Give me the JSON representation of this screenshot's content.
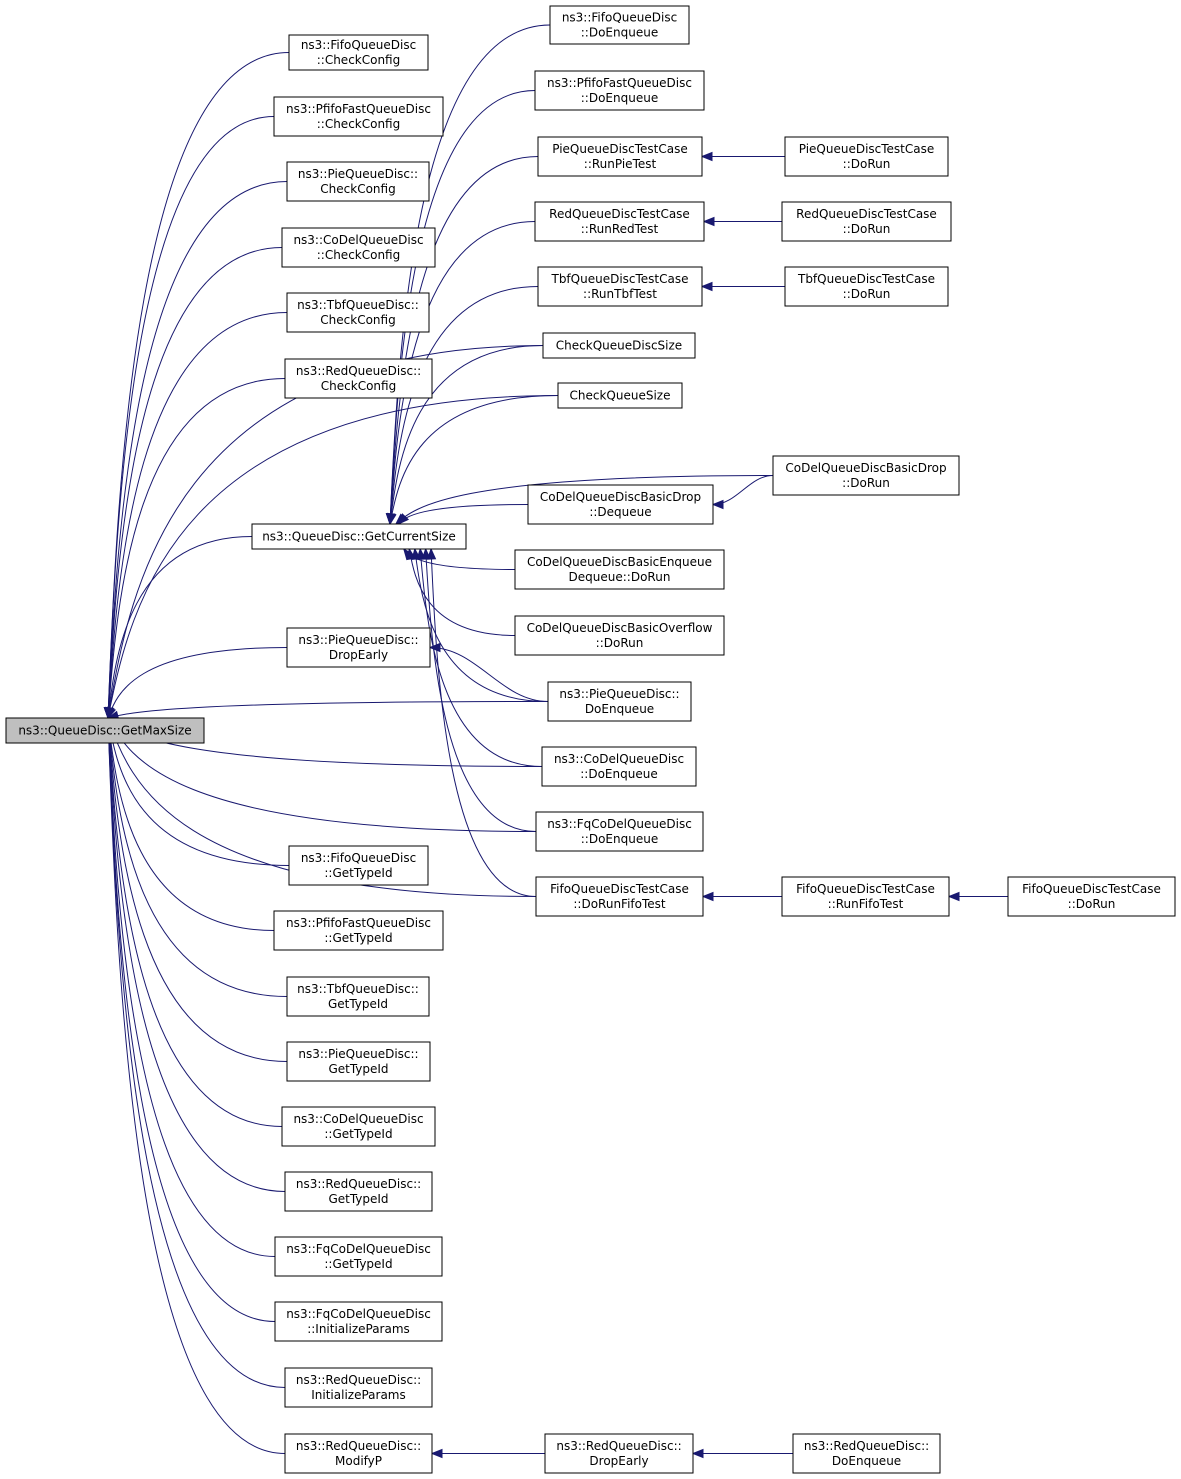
{
  "nodes": [
    {
      "id": "root",
      "lines": [
        "ns3::QueueDisc::GetMaxSize"
      ],
      "root": true
    },
    {
      "id": "gcs",
      "lines": [
        "ns3::QueueDisc::GetCurrentSize"
      ]
    },
    {
      "id": "fifo_cc",
      "lines": [
        "ns3::FifoQueueDisc",
        "::CheckConfig"
      ]
    },
    {
      "id": "pfifo_cc",
      "lines": [
        "ns3::PfifoFastQueueDisc",
        "::CheckConfig"
      ]
    },
    {
      "id": "pie_cc",
      "lines": [
        "ns3::PieQueueDisc::",
        "CheckConfig"
      ]
    },
    {
      "id": "codel_cc",
      "lines": [
        "ns3::CoDelQueueDisc",
        "::CheckConfig"
      ]
    },
    {
      "id": "tbf_cc",
      "lines": [
        "ns3::TbfQueueDisc::",
        "CheckConfig"
      ]
    },
    {
      "id": "red_cc",
      "lines": [
        "ns3::RedQueueDisc::",
        "CheckConfig"
      ]
    },
    {
      "id": "pie_de",
      "lines": [
        "ns3::PieQueueDisc::",
        "DropEarly"
      ]
    },
    {
      "id": "fifo_gt",
      "lines": [
        "ns3::FifoQueueDisc",
        "::GetTypeId"
      ]
    },
    {
      "id": "pfifo_gt",
      "lines": [
        "ns3::PfifoFastQueueDisc",
        "::GetTypeId"
      ]
    },
    {
      "id": "tbf_gt",
      "lines": [
        "ns3::TbfQueueDisc::",
        "GetTypeId"
      ]
    },
    {
      "id": "pie_gt",
      "lines": [
        "ns3::PieQueueDisc::",
        "GetTypeId"
      ]
    },
    {
      "id": "codel_gt",
      "lines": [
        "ns3::CoDelQueueDisc",
        "::GetTypeId"
      ]
    },
    {
      "id": "red_gt",
      "lines": [
        "ns3::RedQueueDisc::",
        "GetTypeId"
      ]
    },
    {
      "id": "fq_gt",
      "lines": [
        "ns3::FqCoDelQueueDisc",
        "::GetTypeId"
      ]
    },
    {
      "id": "fq_ip",
      "lines": [
        "ns3::FqCoDelQueueDisc",
        "::InitializeParams"
      ]
    },
    {
      "id": "red_ip",
      "lines": [
        "ns3::RedQueueDisc::",
        "InitializeParams"
      ]
    },
    {
      "id": "red_mp",
      "lines": [
        "ns3::RedQueueDisc::",
        "ModifyP"
      ]
    },
    {
      "id": "fifo_de",
      "lines": [
        "ns3::FifoQueueDisc",
        "::DoEnqueue"
      ]
    },
    {
      "id": "pfifo_de",
      "lines": [
        "ns3::PfifoFastQueueDisc",
        "::DoEnqueue"
      ]
    },
    {
      "id": "pie_tc_rt",
      "lines": [
        "PieQueueDiscTestCase",
        "::RunPieTest"
      ]
    },
    {
      "id": "red_tc_rt",
      "lines": [
        "RedQueueDiscTestCase",
        "::RunRedTest"
      ]
    },
    {
      "id": "tbf_tc_rt",
      "lines": [
        "TbfQueueDiscTestCase",
        "::RunTbfTest"
      ]
    },
    {
      "id": "cqds",
      "lines": [
        "CheckQueueDiscSize"
      ]
    },
    {
      "id": "cqs",
      "lines": [
        "CheckQueueSize"
      ]
    },
    {
      "id": "cbd_dq",
      "lines": [
        "CoDelQueueDiscBasicDrop",
        "::Dequeue"
      ]
    },
    {
      "id": "cbed",
      "lines": [
        "CoDelQueueDiscBasicEnqueue",
        "Dequeue::DoRun"
      ]
    },
    {
      "id": "cbo",
      "lines": [
        "CoDelQueueDiscBasicOverflow",
        "::DoRun"
      ]
    },
    {
      "id": "pie_denq",
      "lines": [
        "ns3::PieQueueDisc::",
        "DoEnqueue"
      ]
    },
    {
      "id": "codel_denq",
      "lines": [
        "ns3::CoDelQueueDisc",
        "::DoEnqueue"
      ]
    },
    {
      "id": "fq_denq",
      "lines": [
        "ns3::FqCoDelQueueDisc",
        "::DoEnqueue"
      ]
    },
    {
      "id": "fifo_tc_drft",
      "lines": [
        "FifoQueueDiscTestCase",
        "::DoRunFifoTest"
      ]
    },
    {
      "id": "red_de",
      "lines": [
        "ns3::RedQueueDisc::",
        "DropEarly"
      ]
    },
    {
      "id": "pie_tc_dr",
      "lines": [
        "PieQueueDiscTestCase",
        "::DoRun"
      ]
    },
    {
      "id": "red_tc_dr",
      "lines": [
        "RedQueueDiscTestCase",
        "::DoRun"
      ]
    },
    {
      "id": "tbf_tc_dr",
      "lines": [
        "TbfQueueDiscTestCase",
        "::DoRun"
      ]
    },
    {
      "id": "cbd_dr",
      "lines": [
        "CoDelQueueDiscBasicDrop",
        "::DoRun"
      ]
    },
    {
      "id": "fifo_tc_rft",
      "lines": [
        "FifoQueueDiscTestCase",
        "::RunFifoTest"
      ]
    },
    {
      "id": "red_denq",
      "lines": [
        "ns3::RedQueueDisc::",
        "DoEnqueue"
      ]
    },
    {
      "id": "fifo_tc_dr",
      "lines": [
        "FifoQueueDiscTestCase",
        "::DoRun"
      ]
    }
  ],
  "edges": [
    [
      "fifo_cc",
      "root"
    ],
    [
      "pfifo_cc",
      "root"
    ],
    [
      "pie_cc",
      "root"
    ],
    [
      "codel_cc",
      "root"
    ],
    [
      "tbf_cc",
      "root"
    ],
    [
      "red_cc",
      "root"
    ],
    [
      "gcs",
      "root"
    ],
    [
      "pie_de",
      "root"
    ],
    [
      "fifo_gt",
      "root"
    ],
    [
      "pfifo_gt",
      "root"
    ],
    [
      "tbf_gt",
      "root"
    ],
    [
      "pie_gt",
      "root"
    ],
    [
      "codel_gt",
      "root"
    ],
    [
      "red_gt",
      "root"
    ],
    [
      "fq_gt",
      "root"
    ],
    [
      "fq_ip",
      "root"
    ],
    [
      "red_ip",
      "root"
    ],
    [
      "red_mp",
      "root"
    ],
    [
      "cqds",
      "root"
    ],
    [
      "cqs",
      "root"
    ],
    [
      "pie_denq",
      "root"
    ],
    [
      "codel_denq",
      "root"
    ],
    [
      "fq_denq",
      "root"
    ],
    [
      "fifo_tc_drft",
      "root"
    ],
    [
      "fifo_de",
      "gcs"
    ],
    [
      "pfifo_de",
      "gcs"
    ],
    [
      "pie_tc_rt",
      "gcs"
    ],
    [
      "red_tc_rt",
      "gcs"
    ],
    [
      "tbf_tc_rt",
      "gcs"
    ],
    [
      "cqds",
      "gcs"
    ],
    [
      "cqs",
      "gcs"
    ],
    [
      "cbd_dr",
      "gcs"
    ],
    [
      "cbd_dq",
      "gcs"
    ],
    [
      "cbed",
      "gcs"
    ],
    [
      "cbo",
      "gcs"
    ],
    [
      "pie_denq",
      "gcs"
    ],
    [
      "codel_denq",
      "gcs"
    ],
    [
      "fq_denq",
      "gcs"
    ],
    [
      "fifo_tc_drft",
      "gcs"
    ],
    [
      "pie_denq",
      "pie_de"
    ],
    [
      "pie_tc_dr",
      "pie_tc_rt"
    ],
    [
      "red_tc_dr",
      "red_tc_rt"
    ],
    [
      "tbf_tc_dr",
      "tbf_tc_rt"
    ],
    [
      "cbd_dr",
      "cbd_dq"
    ],
    [
      "fifo_tc_rft",
      "fifo_tc_drft"
    ],
    [
      "fifo_tc_dr",
      "fifo_tc_rft"
    ],
    [
      "red_de",
      "red_mp"
    ],
    [
      "red_denq",
      "red_de"
    ]
  ]
}
